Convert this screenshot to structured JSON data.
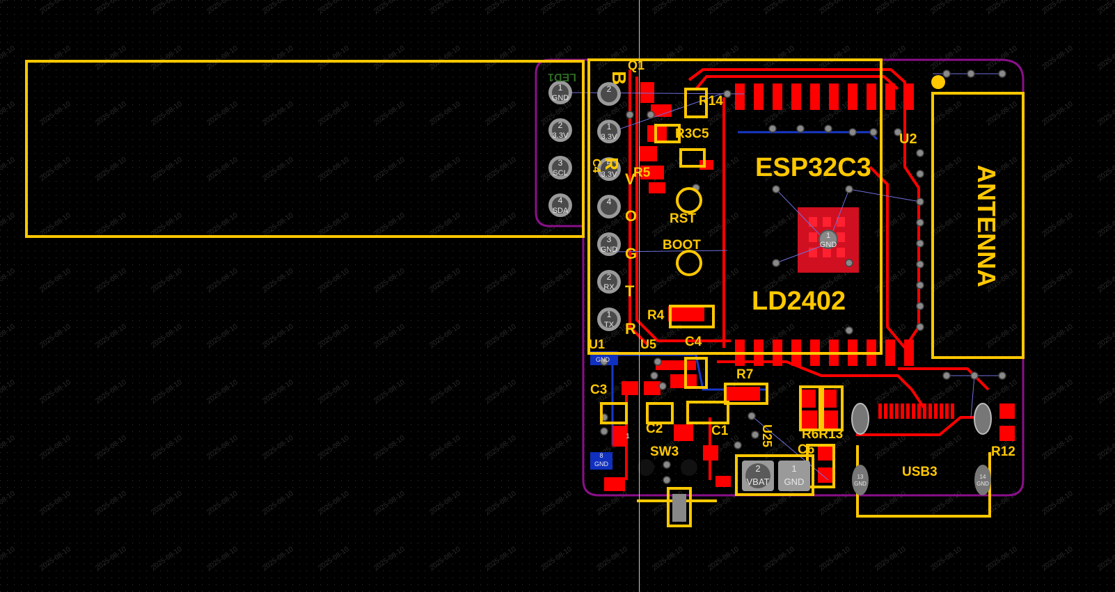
{
  "board": {
    "colors": {
      "background": "#000000",
      "grid_dot": "#2a2a2a",
      "silkscreen": "#ffc800",
      "copper_top": "#ff0000",
      "copper_dark": "#c01018",
      "board_outline": "#8a0f8a",
      "ratsnest": "#6a6ad8",
      "copper_bottom": "#1030c0",
      "pad_gray": "#b0b0b0",
      "crosshair": "#c8c8c8"
    },
    "watermark_text": "2025-08-10",
    "components": {
      "q1": "Q1",
      "r14": "R14",
      "r3c5": "R3C5",
      "r5": "R5",
      "u2": "U2",
      "esp": "ESP32C3",
      "ld": "LD2402",
      "antenna": "ANTENNA",
      "rst": "RST",
      "boot": "BOOT",
      "r4": "R4",
      "u1": "U1",
      "u5": "U5",
      "c4": "C4",
      "r7": "R7",
      "c3": "C3",
      "c2": "C2",
      "c1": "C1",
      "u25": "U25",
      "r6r13": "R6R13",
      "c6": "C6",
      "sw3": "SW3",
      "usb3": "USB3",
      "r12": "R12",
      "led1": "LED1",
      "c4_vert": "C4",
      "pin_b": "B",
      "pin_r": "R",
      "pin_v": "V",
      "pin_o": "O",
      "pin_g": "G",
      "pin_t": "T",
      "pin_r2": "R"
    },
    "header_left": [
      {
        "num": "1",
        "name": "GND"
      },
      {
        "num": "2",
        "name": "3.3V"
      },
      {
        "num": "3",
        "name": "SCL"
      },
      {
        "num": "4",
        "name": "SDA"
      }
    ],
    "header_right": [
      {
        "num": "2",
        "name": ""
      },
      {
        "num": "1",
        "name": "3.3V"
      },
      {
        "num": "5",
        "name": "3.3V"
      },
      {
        "num": "4",
        "name": ""
      },
      {
        "num": "3",
        "name": "GND"
      },
      {
        "num": "2",
        "name": "RX"
      },
      {
        "num": "1",
        "name": "TX"
      }
    ],
    "battery_pads": [
      {
        "num": "2",
        "name": "VBAT"
      },
      {
        "num": "1",
        "name": "GND"
      }
    ],
    "thermal_pad": {
      "num": "1",
      "name": "GND"
    },
    "misc_pads": {
      "u1_gnd": "GND",
      "p8_num": "8",
      "p8_gnd": "GND",
      "p1": "1",
      "usb_l_num": "13",
      "usb_l_name": "GND",
      "usb_r_num": "14",
      "usb_r_name": "GND"
    }
  }
}
